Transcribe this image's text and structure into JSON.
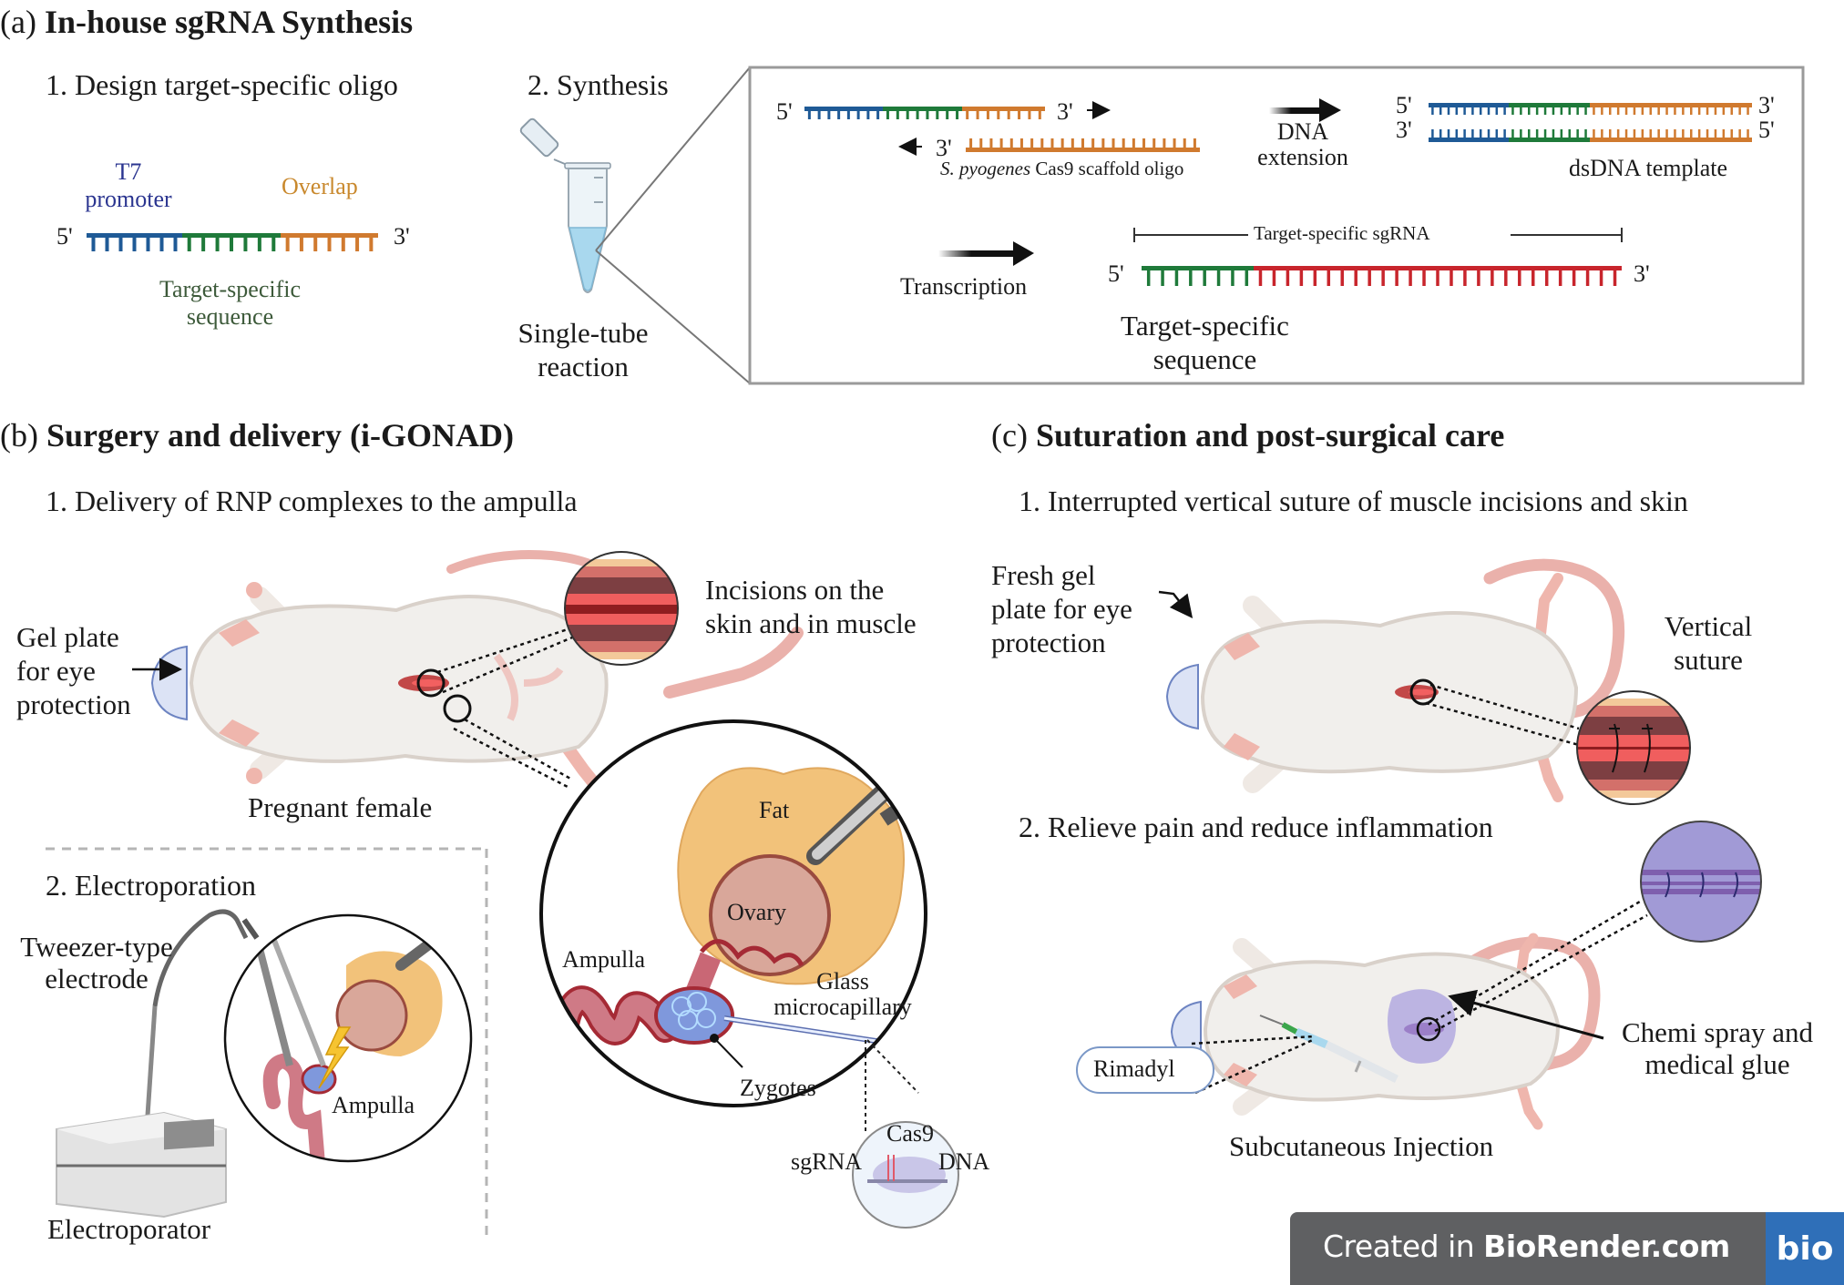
{
  "colors": {
    "t7_blue": "#1f5a96",
    "target_green": "#1f7a3a",
    "overlap_orange": "#d07a2f",
    "scaffold_red": "#c8252c",
    "t7_label": "#2b3590",
    "overlap_label": "#c9892e",
    "target_label": "#3d5a3a",
    "badge_bg": "#5f6062",
    "badge_logo": "#2f6fb8",
    "glue_purple": "#9a8fd0"
  },
  "panel_a": {
    "letter": "(a)",
    "title": "In-house sgRNA Synthesis",
    "step1": {
      "label": "1. Design target-specific oligo",
      "t7_label_line1": "T7",
      "t7_label_line2": "promoter",
      "overlap_label": "Overlap",
      "target_label_line1": "Target-specific",
      "target_label_line2": "sequence",
      "five_prime": "5'",
      "three_prime": "3'"
    },
    "step2": {
      "label": "2. Synthesis",
      "tube_label_line1": "Single-tube",
      "tube_label_line2": "reaction"
    },
    "detail_box": {
      "oligo_five": "5'",
      "oligo_three": "3'",
      "scaffold_three": "3'",
      "scaffold_label_italic": "S. pyogenes",
      "scaffold_label_rest": " Cas9 scaffold oligo",
      "extension_label_line1": "DNA",
      "extension_label_line2": "extension",
      "ds_top_five": "5'",
      "ds_top_three": "3'",
      "ds_bottom_three": "3'",
      "ds_bottom_five": "5'",
      "ds_label": "dsDNA template",
      "transcription_label": "Transcription",
      "sgrna_span_label": "Target-specific sgRNA",
      "sgrna_five": "5'",
      "sgrna_three": "3'",
      "sgrna_target_line1": "Target-specific",
      "sgrna_target_line2": "sequence"
    }
  },
  "panel_b": {
    "letter": "(b)",
    "title": "Surgery and delivery (i-GONAD)",
    "step1": {
      "label": "1. Delivery of RNP complexes to the ampulla",
      "gel_label_line1": "Gel plate",
      "gel_label_line2": "for eye",
      "gel_label_line3": "protection",
      "incision_label_line1": "Incisions on the",
      "incision_label_line2": "skin and in muscle",
      "mouse_label": "Pregnant female",
      "fat_label": "Fat",
      "ovary_label": "Ovary",
      "ampulla_label": "Ampulla",
      "capillary_label_line1": "Glass",
      "capillary_label_line2": "microcapillary",
      "zygotes_label": "Zygotes",
      "cas9_label": "Cas9",
      "sgrna_label": "sgRNA",
      "dna_label": "DNA"
    },
    "step2": {
      "label": "2. Electroporation",
      "electrode_label_line1": "Tweezer-type",
      "electrode_label_line2": "electrode",
      "ampulla_label": "Ampulla",
      "device_label": "Electroporator"
    }
  },
  "panel_c": {
    "letter": "(c)",
    "title": "Suturation and post-surgical care",
    "step1": {
      "label": "1. Interrupted vertical suture of muscle incisions and skin",
      "gel_label_line1": "Fresh gel",
      "gel_label_line2": "plate for eye",
      "gel_label_line3": "protection",
      "suture_label_line1": "Vertical",
      "suture_label_line2": "suture"
    },
    "step2": {
      "label": "2. Relieve pain and reduce inflammation",
      "drug_label": "Rimadyl",
      "glue_label_line1": "Chemi spray and",
      "glue_label_line2": "medical glue",
      "injection_label": "Subcutaneous Injection"
    }
  },
  "badge": {
    "prefix": "Created in ",
    "brand": "BioRender.com",
    "logo": "bio"
  }
}
